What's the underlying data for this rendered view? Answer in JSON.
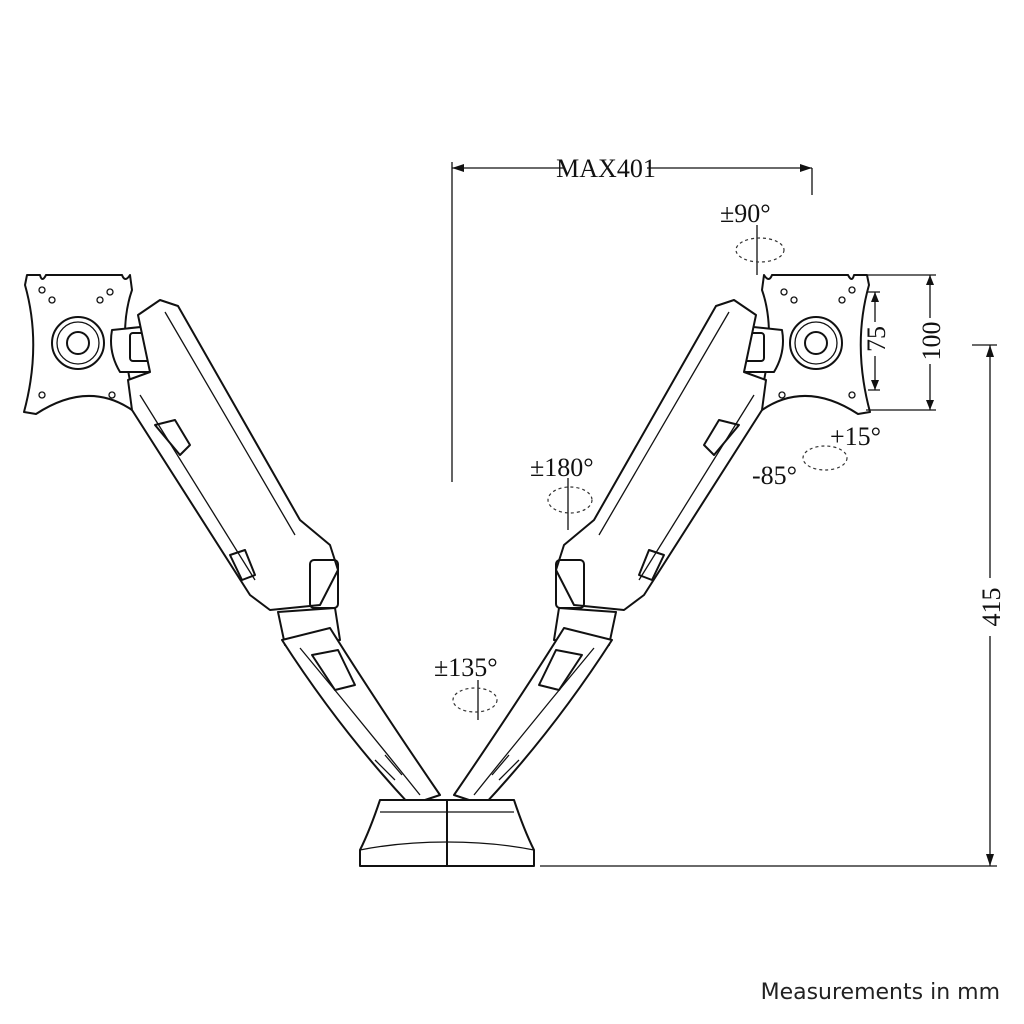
{
  "dimensions": {
    "max_reach": "MAX401",
    "height": "415",
    "vesa_large": "100",
    "vesa_small": "75"
  },
  "angles": {
    "rotation": "±90°",
    "tilt_up": "+15°",
    "tilt_down": "-85°",
    "arm_swivel": "±180°",
    "base_swivel": "±135°"
  },
  "caption": "Measurements in mm"
}
